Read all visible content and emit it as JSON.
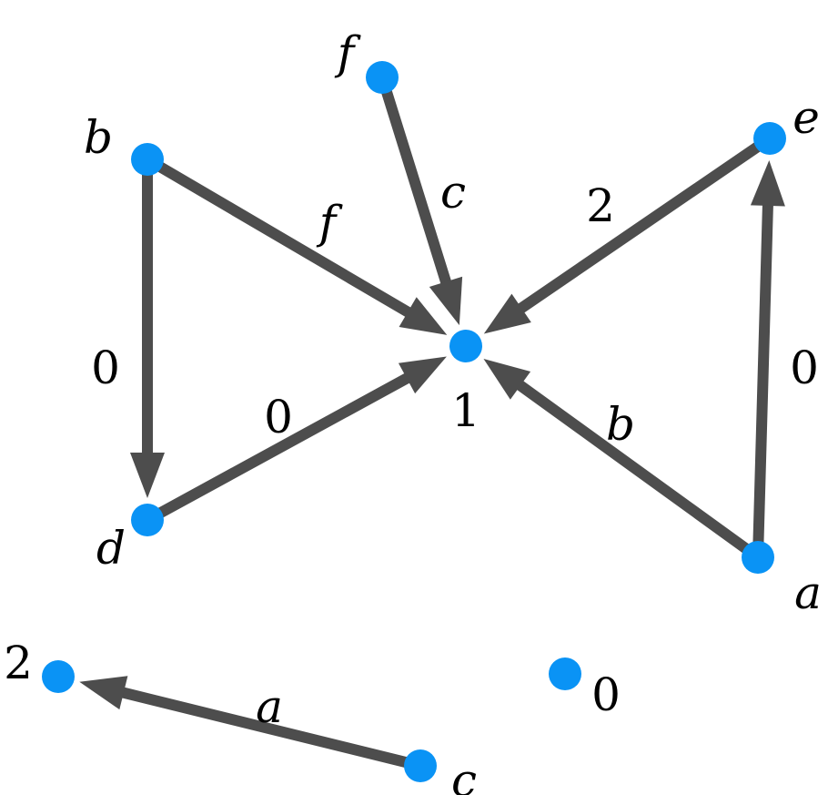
{
  "diagram": {
    "colors": {
      "node": "#0a93f5",
      "edge": "#4d4d4d",
      "text": "#000000",
      "background": "#ffffff"
    },
    "nodes": [
      {
        "id": "b",
        "label": "b",
        "italic": true
      },
      {
        "id": "f",
        "label": "f",
        "italic": true
      },
      {
        "id": "e",
        "label": "e",
        "italic": true
      },
      {
        "id": "1",
        "label": "1",
        "italic": false
      },
      {
        "id": "d",
        "label": "d",
        "italic": true
      },
      {
        "id": "a",
        "label": "a",
        "italic": true
      },
      {
        "id": "2",
        "label": "2",
        "italic": false
      },
      {
        "id": "0",
        "label": "0",
        "italic": false
      },
      {
        "id": "c",
        "label": "c",
        "italic": true
      }
    ],
    "edges": [
      {
        "from": "b",
        "to": "1",
        "label": "f",
        "italic": true
      },
      {
        "from": "f",
        "to": "1",
        "label": "c",
        "italic": true
      },
      {
        "from": "e",
        "to": "1",
        "label": "2",
        "italic": false
      },
      {
        "from": "b",
        "to": "d",
        "label": "0",
        "italic": false
      },
      {
        "from": "d",
        "to": "1",
        "label": "0",
        "italic": false
      },
      {
        "from": "a",
        "to": "1",
        "label": "b",
        "italic": true
      },
      {
        "from": "a",
        "to": "e",
        "label": "0",
        "italic": false
      },
      {
        "from": "c",
        "to": "2",
        "label": "a",
        "italic": true
      }
    ]
  }
}
